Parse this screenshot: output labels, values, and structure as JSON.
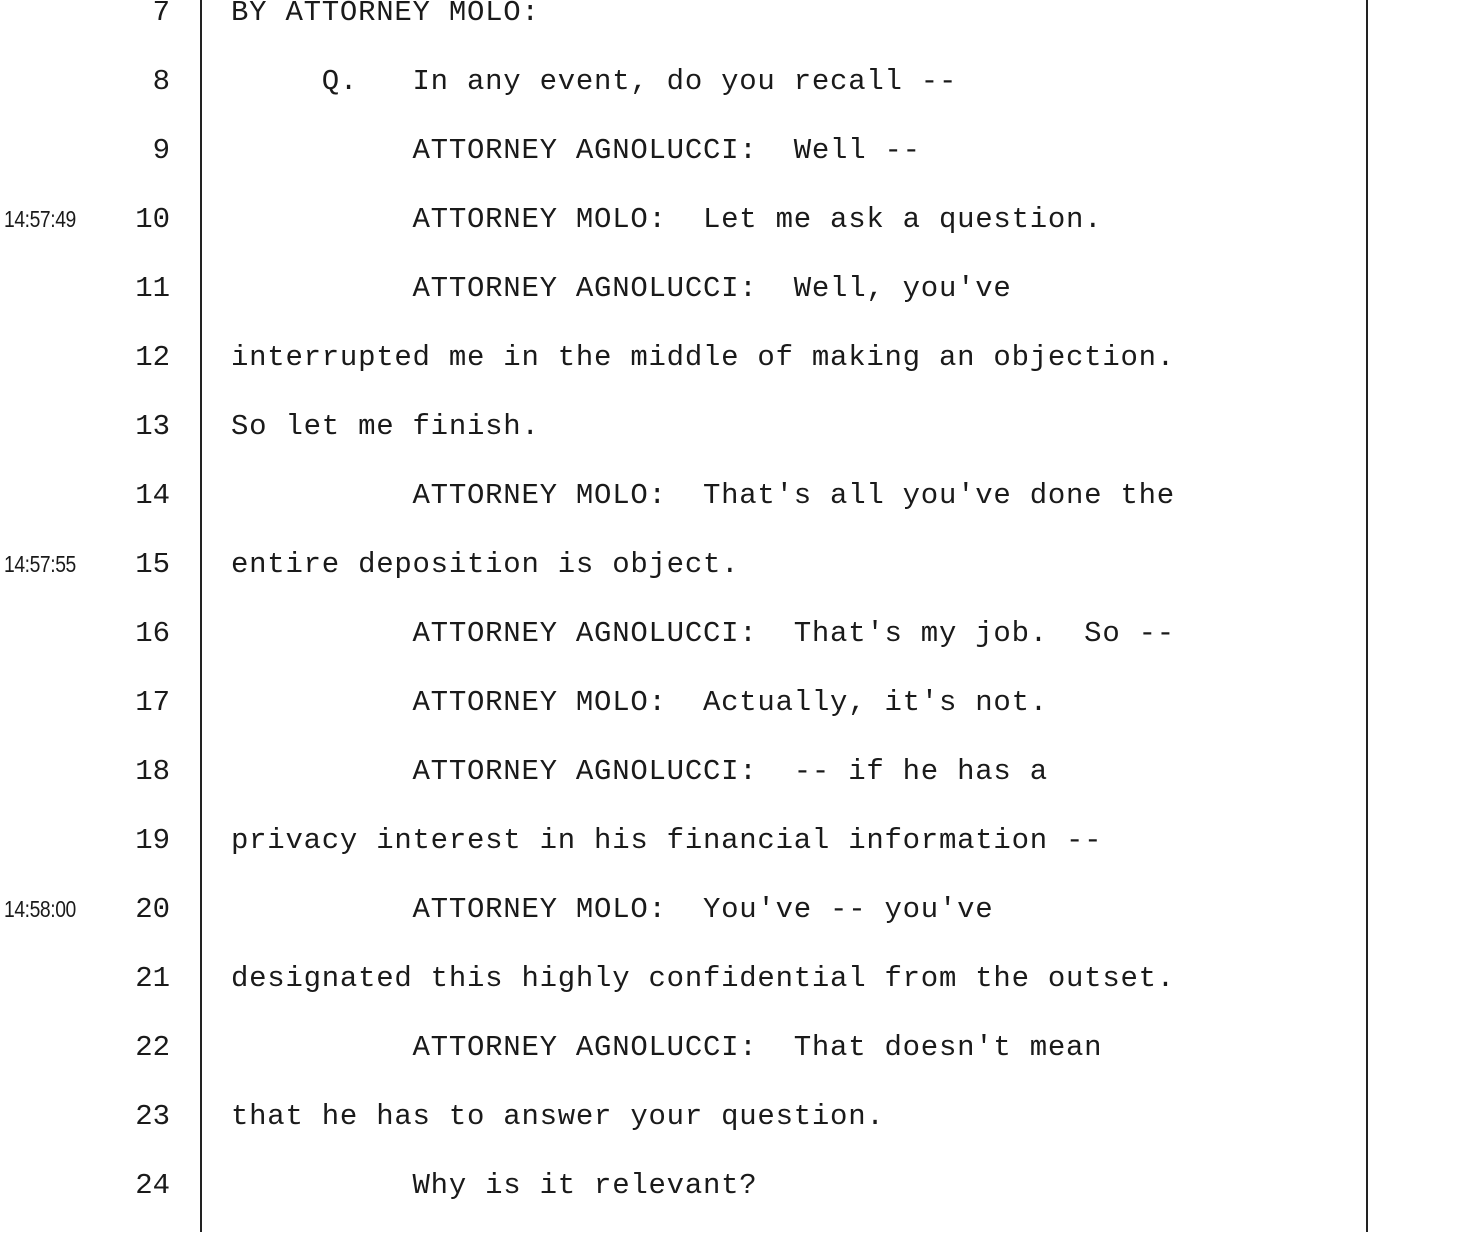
{
  "transcript": {
    "lines": [
      {
        "num": "7",
        "time": "",
        "text": "BY ATTORNEY MOLO:"
      },
      {
        "num": "8",
        "time": "",
        "text": "     Q.   In any event, do you recall --"
      },
      {
        "num": "9",
        "time": "",
        "text": "          ATTORNEY AGNOLUCCI:  Well --"
      },
      {
        "num": "10",
        "time": "14:57:49",
        "text": "          ATTORNEY MOLO:  Let me ask a question."
      },
      {
        "num": "11",
        "time": "",
        "text": "          ATTORNEY AGNOLUCCI:  Well, you've"
      },
      {
        "num": "12",
        "time": "",
        "text": "interrupted me in the middle of making an objection."
      },
      {
        "num": "13",
        "time": "",
        "text": "So let me finish."
      },
      {
        "num": "14",
        "time": "",
        "text": "          ATTORNEY MOLO:  That's all you've done the"
      },
      {
        "num": "15",
        "time": "14:57:55",
        "text": "entire deposition is object."
      },
      {
        "num": "16",
        "time": "",
        "text": "          ATTORNEY AGNOLUCCI:  That's my job.  So --"
      },
      {
        "num": "17",
        "time": "",
        "text": "          ATTORNEY MOLO:  Actually, it's not."
      },
      {
        "num": "18",
        "time": "",
        "text": "          ATTORNEY AGNOLUCCI:  -- if he has a"
      },
      {
        "num": "19",
        "time": "",
        "text": "privacy interest in his financial information --"
      },
      {
        "num": "20",
        "time": "14:58:00",
        "text": "          ATTORNEY MOLO:  You've -- you've"
      },
      {
        "num": "21",
        "time": "",
        "text": "designated this highly confidential from the outset."
      },
      {
        "num": "22",
        "time": "",
        "text": "          ATTORNEY AGNOLUCCI:  That doesn't mean"
      },
      {
        "num": "23",
        "time": "",
        "text": "that he has to answer your question."
      },
      {
        "num": "24",
        "time": "",
        "text": "          Why is it relevant?"
      }
    ]
  }
}
